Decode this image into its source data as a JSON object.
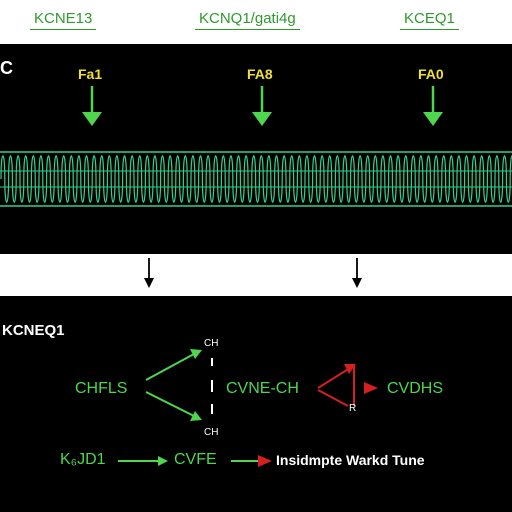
{
  "header": {
    "genes": [
      "KCNE13",
      "KCNQ1/gati4g",
      "KCEQ1"
    ]
  },
  "panel_a": {
    "letter": "C",
    "markers": [
      "Fa1",
      "FA8",
      "FA0"
    ]
  },
  "panel_b": {
    "title": "KCNEQ1",
    "nodes": {
      "left": "CHFLS",
      "top": "CH",
      "bottom": "CH",
      "middle": "CVNE-CH",
      "r_label": "R",
      "right": "CVDHS",
      "row_start": "K₆JD1",
      "row_mid": "CVFE",
      "row_end": "Insidmpte Warkd Tune"
    }
  },
  "colors": {
    "green": "#4ed64e",
    "wave": "#34d08a",
    "red": "#d42020",
    "yellow": "#f0e030"
  }
}
